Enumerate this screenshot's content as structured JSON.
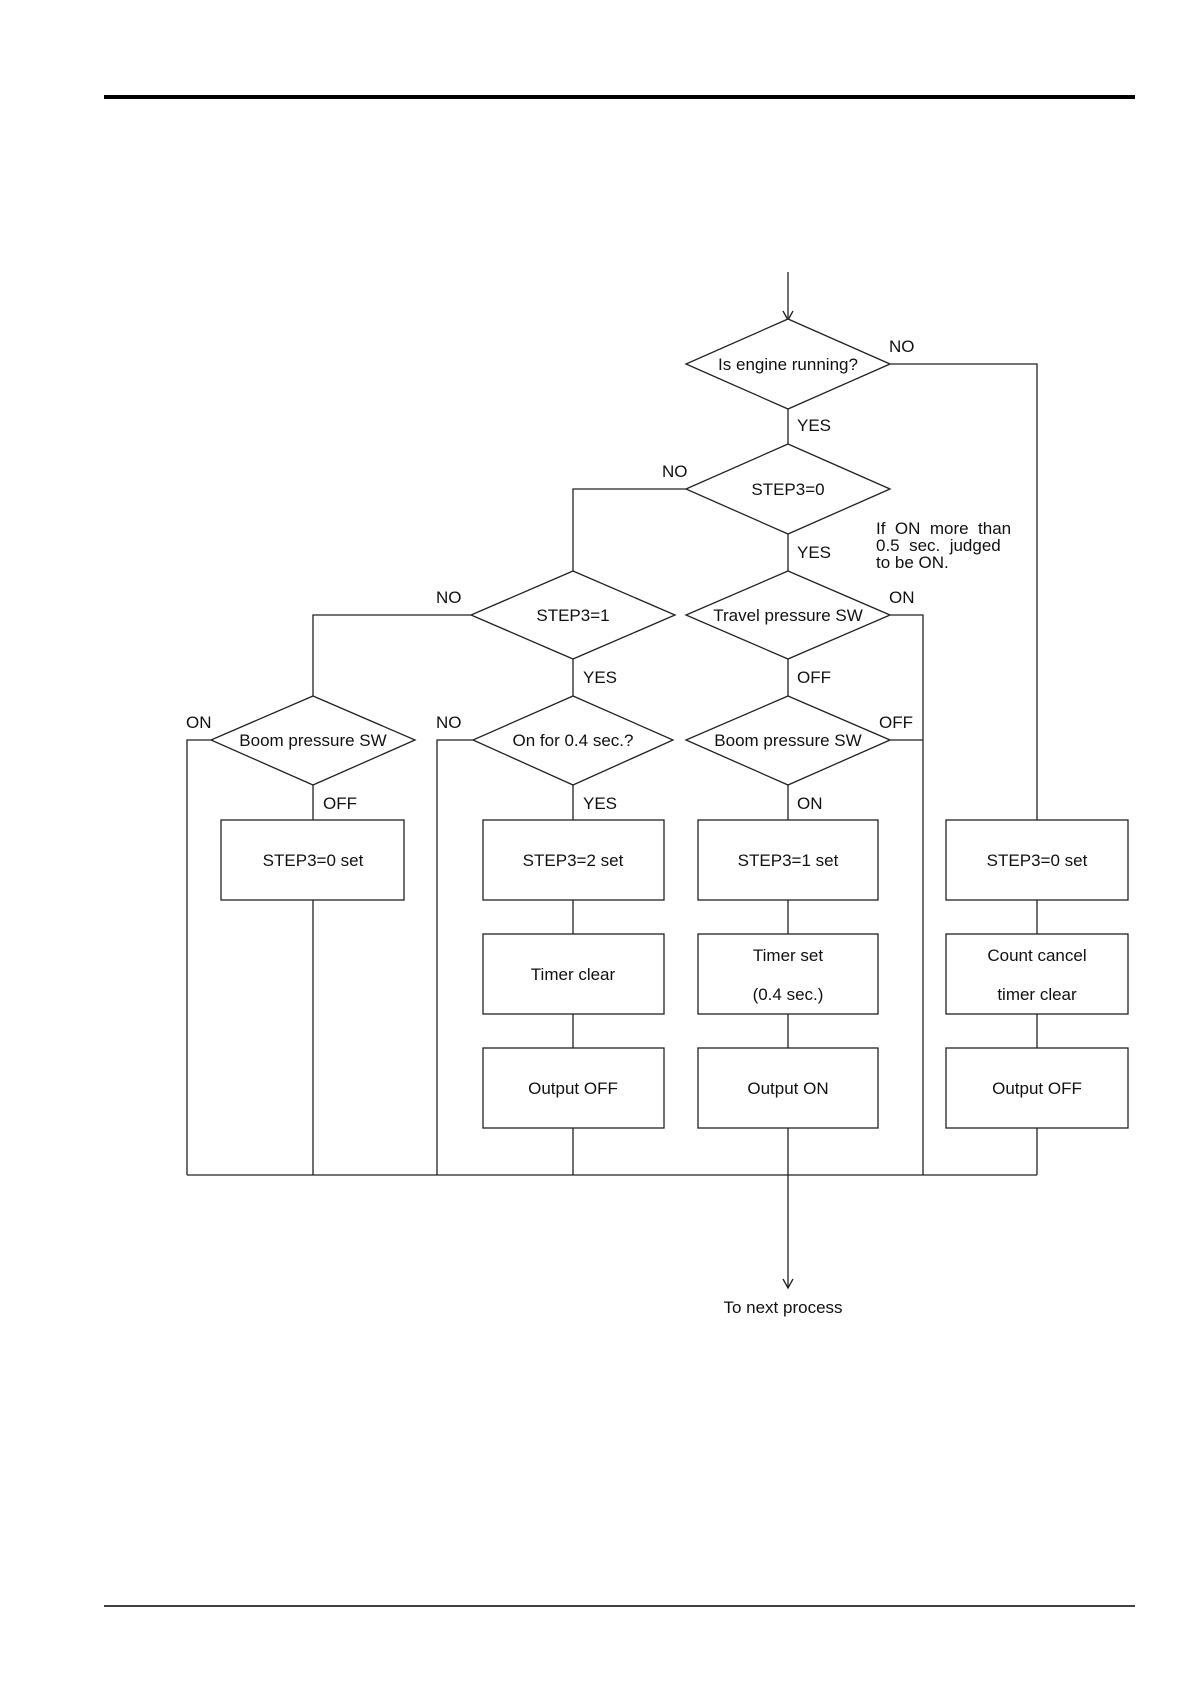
{
  "flowchart": {
    "decisions": {
      "engine": "Is engine running?",
      "step0": "STEP3=0",
      "step1": "STEP3=1",
      "travel": "Travel pressure SW",
      "boom_left": "Boom pressure SW",
      "on04": "On for 0.4 sec.?",
      "boom_mid": "Boom pressure SW"
    },
    "processes": {
      "left_set0": "STEP3=0 set",
      "set2": "STEP3=2 set",
      "timer_clear": "Timer clear",
      "output_off_a": "Output OFF",
      "set1": "STEP3=1 set",
      "timer_set_1": "Timer set",
      "timer_set_2": "(0.4 sec.)",
      "output_on": "Output ON",
      "right_set0": "STEP3=0 set",
      "count_cancel_1": "Count cancel",
      "count_cancel_2": "timer clear",
      "output_off_b": "Output OFF"
    },
    "labels": {
      "engine_no": "NO",
      "engine_yes": "YES",
      "step0_no": "NO",
      "step0_yes": "YES",
      "step1_no": "NO",
      "step1_yes": "YES",
      "travel_on": "ON",
      "travel_off": "OFF",
      "boom_left_on": "ON",
      "boom_left_off": "OFF",
      "on04_no": "NO",
      "on04_yes": "YES",
      "boom_mid_off": "OFF",
      "boom_mid_on": "ON"
    },
    "note": [
      "If  ON  more  than",
      "0.5  sec.  judged",
      "to be ON."
    ],
    "end_label": "To next process"
  }
}
